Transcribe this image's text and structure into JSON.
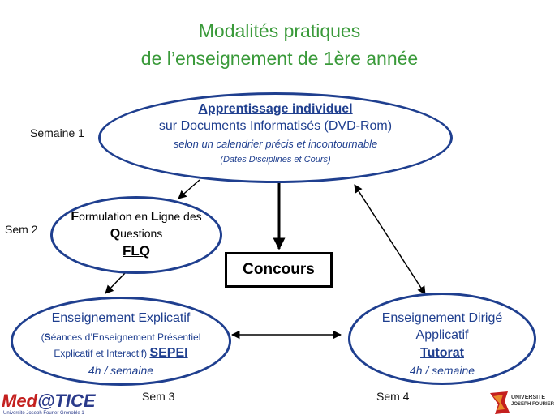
{
  "title": {
    "line1": "Modalités pratiques",
    "line2": "de l’enseignement  de 1ère année"
  },
  "week_labels": {
    "w1": "Semaine 1",
    "w2": "Sem 2",
    "w3": "Sem 3",
    "w4": "Sem 4"
  },
  "node_individual": {
    "line1": "Apprentissage individuel",
    "line2": "sur Documents Informatisés (DVD-Rom)",
    "line3": "selon un calendrier précis et incontournable",
    "line4": "(Dates Disciplines et Cours)"
  },
  "node_flq": {
    "F": "F",
    "part1": "ormulation en ",
    "L": "L",
    "part2": "igne des",
    "Q": "Q",
    "part3": "uestions",
    "abbr": "FLQ"
  },
  "node_concours": {
    "label": "Concours"
  },
  "node_explicit": {
    "line1": "Enseignement Explicatif",
    "paren_open": "(",
    "S": "S",
    "line2_rest": "éances d’Enseignement Présentiel",
    "line3": "Explicatif et Interactif)",
    "abbr": "SEPEI",
    "hours": "4h / semaine"
  },
  "node_directed": {
    "line1": "Enseignement Dirigé",
    "line2": "Applicatif",
    "abbr": "Tutorat",
    "hours": "4h / semaine"
  },
  "logo_left": {
    "text_a": "Med",
    "text_b": "@",
    "text_c": "TICE",
    "sub": "Université Joseph Fourier Grenoble 1"
  },
  "logo_right": {
    "text1": "UNIVERSITE",
    "text2": "JOSEPH FOURIER"
  },
  "colors": {
    "title_green": "#3a9a3a",
    "node_blue": "#1f3f8f",
    "logo_red": "#c4201f"
  }
}
